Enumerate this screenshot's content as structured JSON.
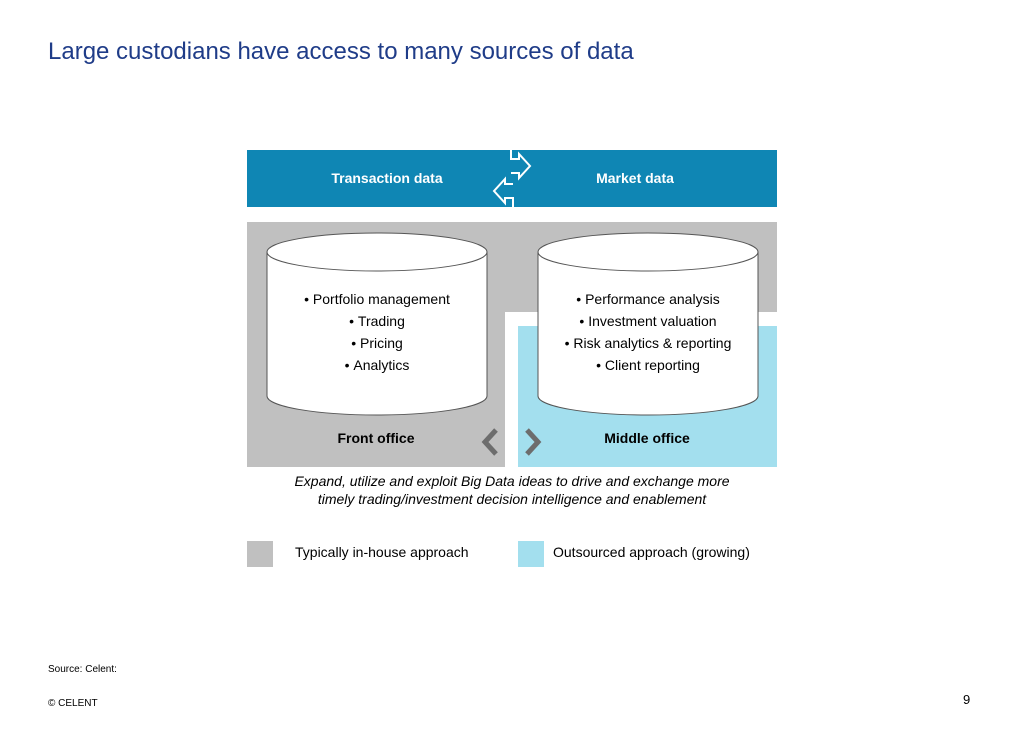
{
  "title": "Large custodians have access to many sources of data",
  "top_bar": {
    "left_label": "Transaction data",
    "right_label": "Market data",
    "color": "#0f86b4"
  },
  "front_office": {
    "items": [
      "Portfolio management",
      "Trading",
      "Pricing",
      "Analytics"
    ],
    "label": "Front office"
  },
  "middle_office": {
    "items": [
      "Performance analysis",
      "Investment valuation",
      "Risk analytics & reporting",
      "Client reporting"
    ],
    "label": "Middle office"
  },
  "caption_line1": "Expand, utilize and exploit Big Data ideas to drive and exchange more",
  "caption_line2": "timely trading/investment decision intelligence and enablement",
  "legend": {
    "inhouse_label": "Typically in-house approach",
    "inhouse_color": "#c0c0c0",
    "outsourced_label": "Outsourced approach (growing)",
    "outsourced_color": "#a3dfee"
  },
  "source": "Source: Celent:",
  "copyright": "© CELENT",
  "page_number": "9"
}
